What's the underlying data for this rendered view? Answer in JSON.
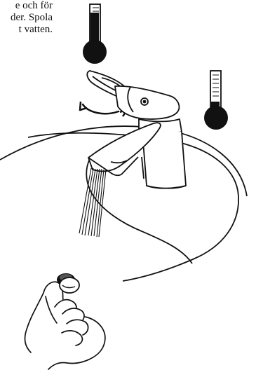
{
  "instruction_text": {
    "line1": "e och för",
    "line2": "der. Spola",
    "line3": "t vatten."
  },
  "icons": {
    "cold_thermometer": "thermometer-cold-icon",
    "hot_thermometer": "thermometer-hot-icon",
    "rotation_arrow": "rotate-arrow-icon",
    "faucet": "faucet-icon",
    "aerator": "aerator-icon"
  },
  "colors": {
    "ink": "#111111",
    "paper": "#ffffff"
  }
}
